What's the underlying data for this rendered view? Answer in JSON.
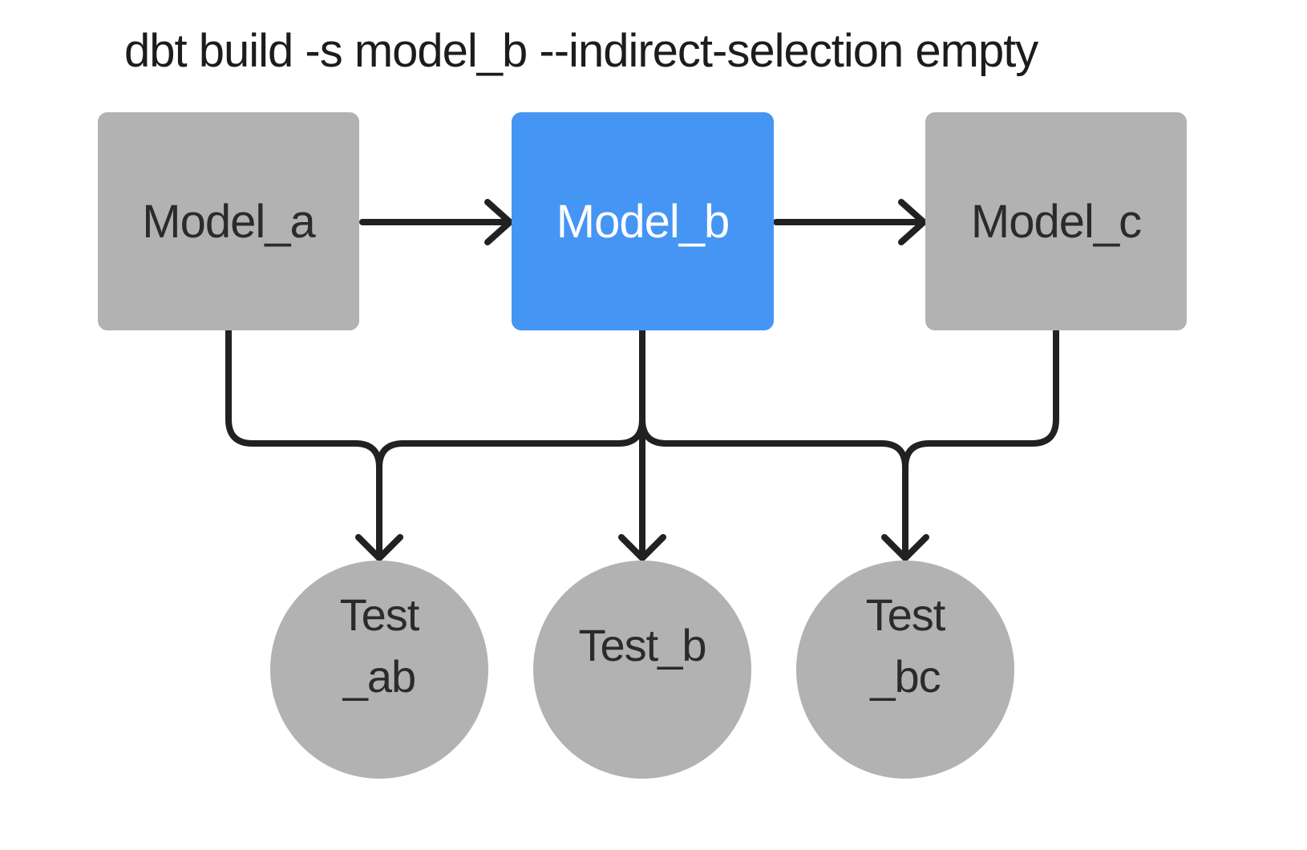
{
  "title": "dbt build -s model_b --indirect-selection empty",
  "colors": {
    "bg": "#ffffff",
    "node_gray": "#b2b2b2",
    "node_selected_blue": "#4595f4",
    "edge_black": "#212121",
    "label_dark": "#2b2b2b",
    "label_light": "#ffffff",
    "title_color": "#1c1c1c"
  },
  "nodes": {
    "models": [
      {
        "id": "model_a",
        "label": "Model_a",
        "selected": false
      },
      {
        "id": "model_b",
        "label": "Model_b",
        "selected": true
      },
      {
        "id": "model_c",
        "label": "Model_c",
        "selected": false
      }
    ],
    "tests": [
      {
        "id": "test_ab",
        "lines": [
          "Test",
          "_ab"
        ]
      },
      {
        "id": "test_b",
        "lines": [
          "Test_b"
        ]
      },
      {
        "id": "test_bc",
        "lines": [
          "Test",
          "_bc"
        ]
      }
    ]
  },
  "edges": [
    {
      "from": "model_a",
      "to": "model_b"
    },
    {
      "from": "model_b",
      "to": "model_c"
    },
    {
      "from": "model_a",
      "to": "test_ab"
    },
    {
      "from": "model_b",
      "to": "test_ab"
    },
    {
      "from": "model_b",
      "to": "test_b"
    },
    {
      "from": "model_b",
      "to": "test_bc"
    },
    {
      "from": "model_c",
      "to": "test_bc"
    }
  ]
}
